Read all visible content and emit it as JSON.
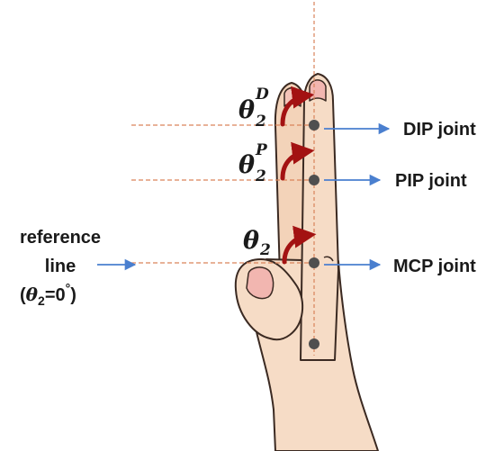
{
  "joints": [
    {
      "label": "DIP joint"
    },
    {
      "label": "PIP joint"
    },
    {
      "label": "MCP joint"
    }
  ],
  "angles": [
    {
      "base": "θ",
      "sub": "2",
      "sup": "D"
    },
    {
      "base": "θ",
      "sub": "2",
      "sup": "P"
    },
    {
      "base": "θ",
      "sub": "2",
      "sup": ""
    }
  ],
  "reference": {
    "line1": "reference",
    "line2": "line",
    "line3_open": "(",
    "line3_theta": "θ",
    "line3_sub": "2",
    "line3_eq": "=0",
    "line3_deg": "°",
    "line3_close": ")"
  },
  "colors": {
    "arrow_blue": "#4a7fcf",
    "dashed_line": "#d9835a",
    "angle_arrow": "#a31212",
    "skin_fill": "#f6dcc6",
    "skin_outline": "#3b2a22",
    "joint_dot": "#4f4f4f",
    "nail_fill": "#f2b6b0"
  }
}
